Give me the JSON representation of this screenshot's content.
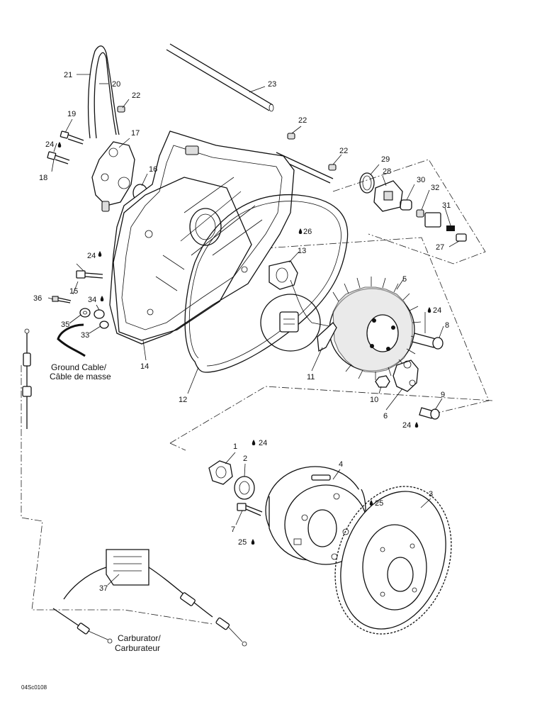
{
  "diagram": {
    "part_numbers": {
      "p1": "1",
      "p2": "2",
      "p3": "3",
      "p4": "4",
      "p5": "5",
      "p6": "6",
      "p7": "7",
      "p8": "8",
      "p9": "9",
      "p10": "10",
      "p11": "11",
      "p12": "12",
      "p13": "13",
      "p14": "14",
      "p15": "15",
      "p16": "16",
      "p17": "17",
      "p18": "18",
      "p19": "19",
      "p20": "20",
      "p21": "21",
      "p22a": "22",
      "p22b": "22",
      "p22c": "22",
      "p23": "23",
      "p24a": "24",
      "p24b": "24",
      "p24c": "24",
      "p24d": "24",
      "p24e": "24",
      "p25a": "25",
      "p25b": "25",
      "p26": "26",
      "p27": "27",
      "p28": "28",
      "p29": "29",
      "p30": "30",
      "p31": "31",
      "p32": "32",
      "p33": "33",
      "p34": "34",
      "p35": "35",
      "p36": "36",
      "p37": "37"
    },
    "captions": {
      "ground_cable_line1": "Ground Cable/",
      "ground_cable_line2": "Câble de masse",
      "carburator_line1": "Carburator/",
      "carburator_line2": "Carburateur"
    },
    "figure_code": "04Sc0108"
  }
}
